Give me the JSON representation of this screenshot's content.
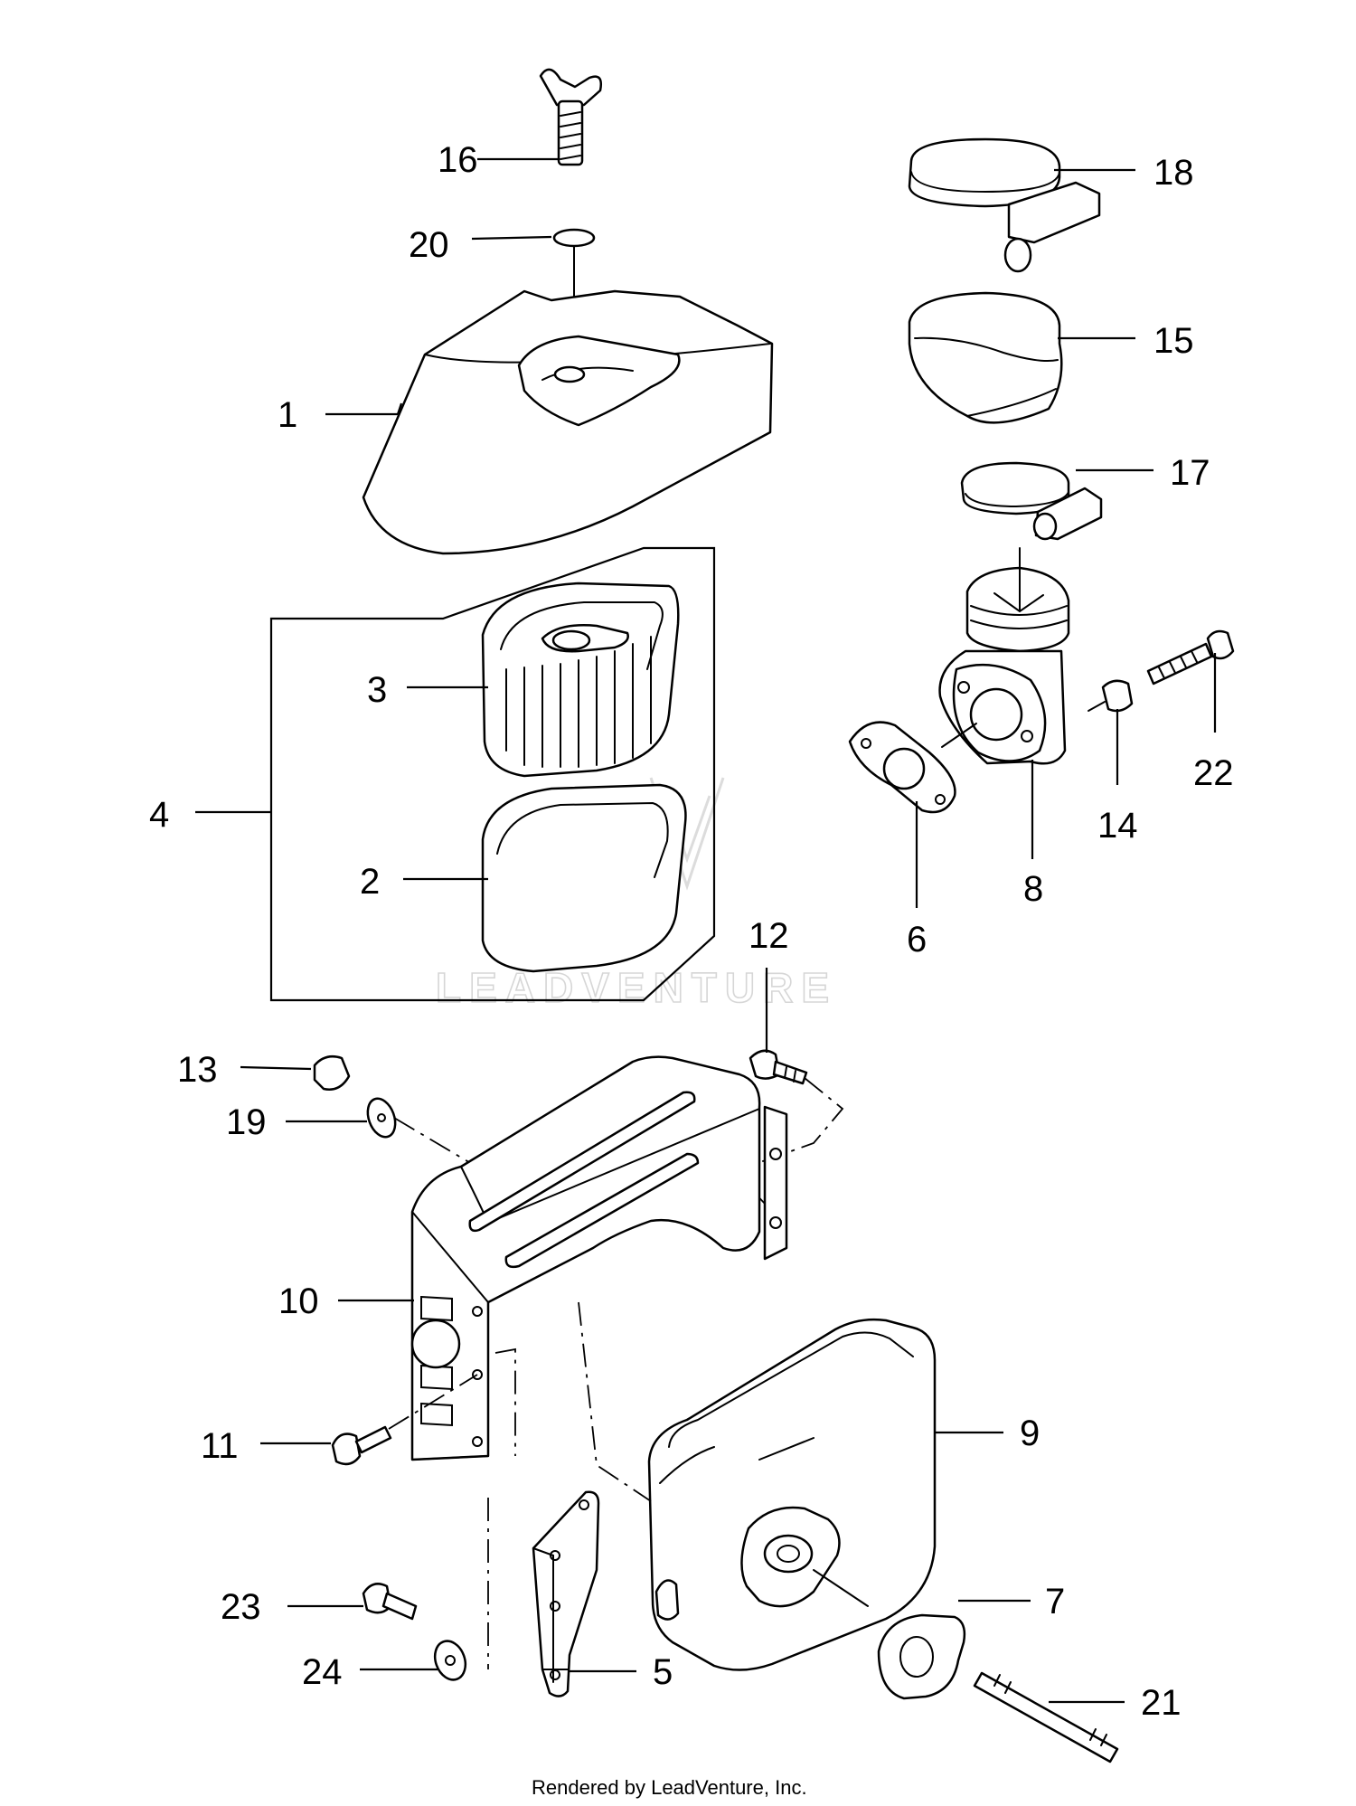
{
  "diagram": {
    "callouts": [
      "1",
      "2",
      "3",
      "4",
      "5",
      "6",
      "7",
      "8",
      "9",
      "10",
      "11",
      "12",
      "13",
      "14",
      "15",
      "16",
      "17",
      "18",
      "19",
      "20",
      "21",
      "22",
      "23",
      "24"
    ],
    "watermark": "LEADVENTURE",
    "footer": "Rendered by LeadVenture, Inc."
  }
}
